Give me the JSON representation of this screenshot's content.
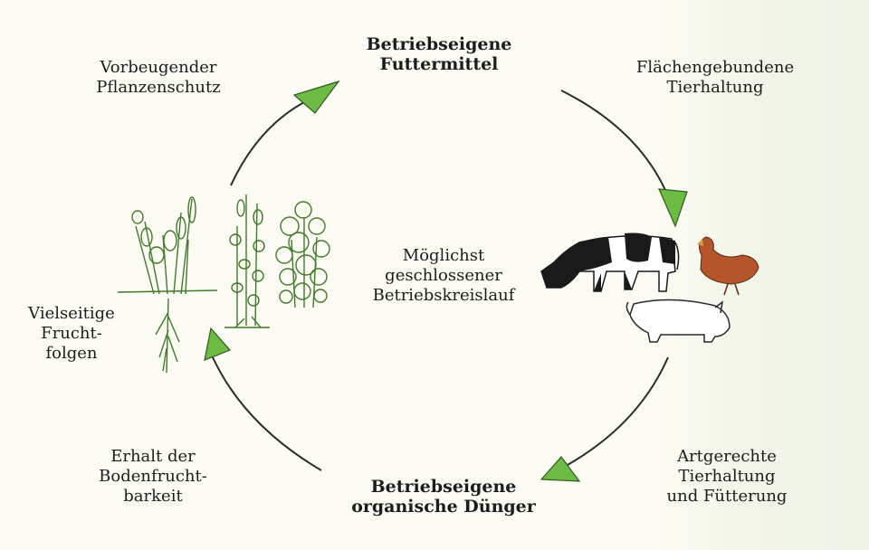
{
  "labels": {
    "top": [
      "Betriebseigene",
      "Futtermittel"
    ],
    "bottom": [
      "Betriebseigene",
      "organische Dünger"
    ],
    "center": [
      "Möglichst",
      "geschlossener",
      "Betriebskreislauf"
    ],
    "top_left": [
      "Vorbeugender",
      "Pflanzenschutz"
    ],
    "top_right": [
      "Flächengebundene",
      "Tierhaltung"
    ],
    "left": [
      "Vielseitige",
      "Frucht-",
      "folgen"
    ],
    "bottom_left": [
      "Erhalt der",
      "Bodenfrucht-",
      "barkeit"
    ],
    "bottom_right": [
      "Artgerechte",
      "Tierhaltung",
      "und Fütterung"
    ]
  },
  "colors": {
    "arrowhead": "#6dbb45",
    "arrow_line": "#2b2b2b",
    "plant": "#3f7a2a",
    "cow_black": "#1a1a1a",
    "chicken": "#b5552c",
    "pig_outline": "#2a2a2a"
  },
  "icons": [
    "plants-illustration",
    "cow-icon",
    "chicken-icon",
    "pig-icon"
  ]
}
